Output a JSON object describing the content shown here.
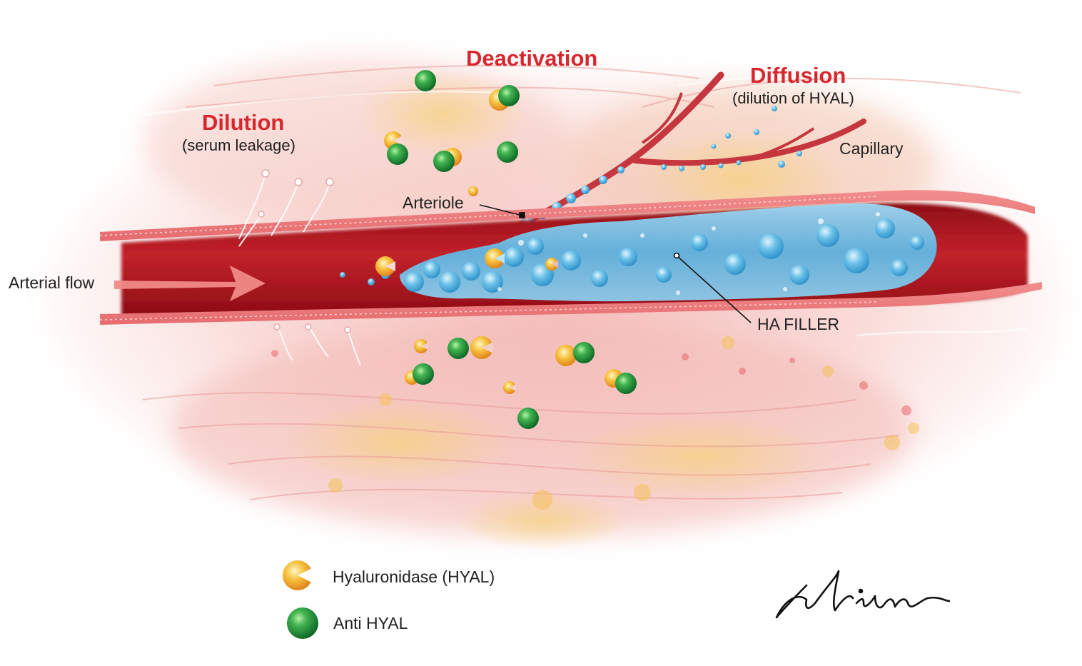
{
  "labels": {
    "deactivation": "Deactivation",
    "diffusion": "Diffusion",
    "diffusion_sub": "(dilution of HYAL)",
    "dilution": "Dilution",
    "dilution_sub": "(serum leakage)",
    "capillary": "Capillary",
    "arteriole": "Arteriole",
    "arterial_flow": "Arterial flow",
    "ha_filler": "HA FILLER"
  },
  "legend": {
    "hyal": "Hyaluronidase (HYAL)",
    "anti_hyal": "Anti HYAL"
  },
  "signature": "Winn",
  "colors": {
    "title_red": "#d8262e",
    "artery_red": "#b5121b",
    "filler_blue": "#5fb7e3",
    "enzyme_orange": "#f3a21d",
    "anti_green": "#1f9a3a",
    "tissue_pink": "#f6c9c9"
  }
}
